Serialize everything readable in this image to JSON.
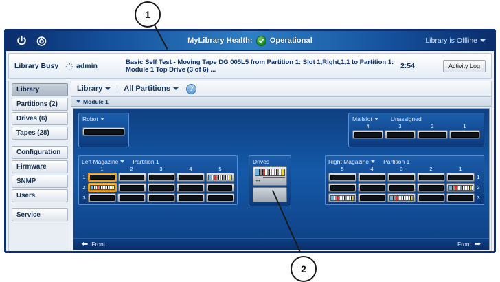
{
  "callouts": [
    {
      "id": "1",
      "label": "1"
    },
    {
      "id": "2",
      "label": "2"
    }
  ],
  "header": {
    "power_icon": "power-icon",
    "reset_icon": "reset-identify-icon",
    "health_label": "MyLibrary Health:",
    "health_status": "Operational",
    "health_status_color": "#1a8f27",
    "library_state": "Library is Offline"
  },
  "status": {
    "busy_label": "Library Busy",
    "user": "admin",
    "message": "Basic Self Test - Moving Tape DG 005L5 from Partition 1: Slot 1,Right,1,1 to Partition 1: Module 1 Top Drive (3 of 6) ...",
    "time": "2:54",
    "activity_log_label": "Activity Log"
  },
  "sidebar": {
    "groups": [
      {
        "items": [
          {
            "label": "Library",
            "active": true
          },
          {
            "label": "Partitions (2)",
            "active": false
          },
          {
            "label": "Drives (6)",
            "active": false
          },
          {
            "label": "Tapes (28)",
            "active": false
          }
        ]
      },
      {
        "items": [
          {
            "label": "Configuration",
            "active": false
          },
          {
            "label": "Firmware",
            "active": false
          },
          {
            "label": "SNMP",
            "active": false
          },
          {
            "label": "Users",
            "active": false
          }
        ]
      },
      {
        "items": [
          {
            "label": "Service",
            "active": false
          }
        ]
      }
    ]
  },
  "breadcrumb": {
    "items": [
      "Library",
      "All Partitions"
    ],
    "help_label": "?"
  },
  "module": {
    "label": "Module 1"
  },
  "robot": {
    "label": "Robot",
    "occupied": false
  },
  "mailslot": {
    "label": "Mailslot",
    "partition": "Unassigned",
    "numbers": [
      "4",
      "3",
      "2",
      "1"
    ],
    "occupied": [
      false,
      false,
      false,
      false
    ]
  },
  "left_magazine": {
    "name": "Left Magazine",
    "partition": "Partition 1",
    "col_numbers": [
      "1",
      "2",
      "3",
      "4",
      "5"
    ],
    "row_numbers": [
      "1",
      "2",
      "3"
    ],
    "rows": [
      [
        {
          "occupied": false,
          "selected": true
        },
        {
          "occupied": false,
          "selected": false
        },
        {
          "occupied": false,
          "selected": false
        },
        {
          "occupied": false,
          "selected": false
        },
        {
          "occupied": true,
          "selected": false
        }
      ],
      [
        {
          "occupied": true,
          "selected": true
        },
        {
          "occupied": false,
          "selected": false
        },
        {
          "occupied": false,
          "selected": false
        },
        {
          "occupied": false,
          "selected": false
        },
        {
          "occupied": false,
          "selected": false
        }
      ],
      [
        {
          "occupied": false,
          "selected": false
        },
        {
          "occupied": false,
          "selected": false
        },
        {
          "occupied": false,
          "selected": false
        },
        {
          "occupied": false,
          "selected": false
        },
        {
          "occupied": false,
          "selected": false
        }
      ]
    ]
  },
  "right_magazine": {
    "name": "Right Magazine",
    "partition": "Partition 1",
    "col_numbers": [
      "5",
      "4",
      "3",
      "2",
      "1"
    ],
    "row_numbers": [
      "1",
      "2",
      "3"
    ],
    "rows": [
      [
        {
          "occupied": false
        },
        {
          "occupied": false
        },
        {
          "occupied": false
        },
        {
          "occupied": false
        },
        {
          "occupied": false
        }
      ],
      [
        {
          "occupied": false
        },
        {
          "occupied": false
        },
        {
          "occupied": false
        },
        {
          "occupied": false
        },
        {
          "occupied": true
        }
      ],
      [
        {
          "occupied": true
        },
        {
          "occupied": false
        },
        {
          "occupied": true
        },
        {
          "occupied": false
        },
        {
          "occupied": false
        }
      ]
    ]
  },
  "drives": {
    "label": "Drives",
    "bays": [
      {
        "occupied": true
      },
      {
        "occupied": false
      }
    ]
  },
  "front_bar": {
    "left_label": "Front",
    "right_label": "Front"
  }
}
